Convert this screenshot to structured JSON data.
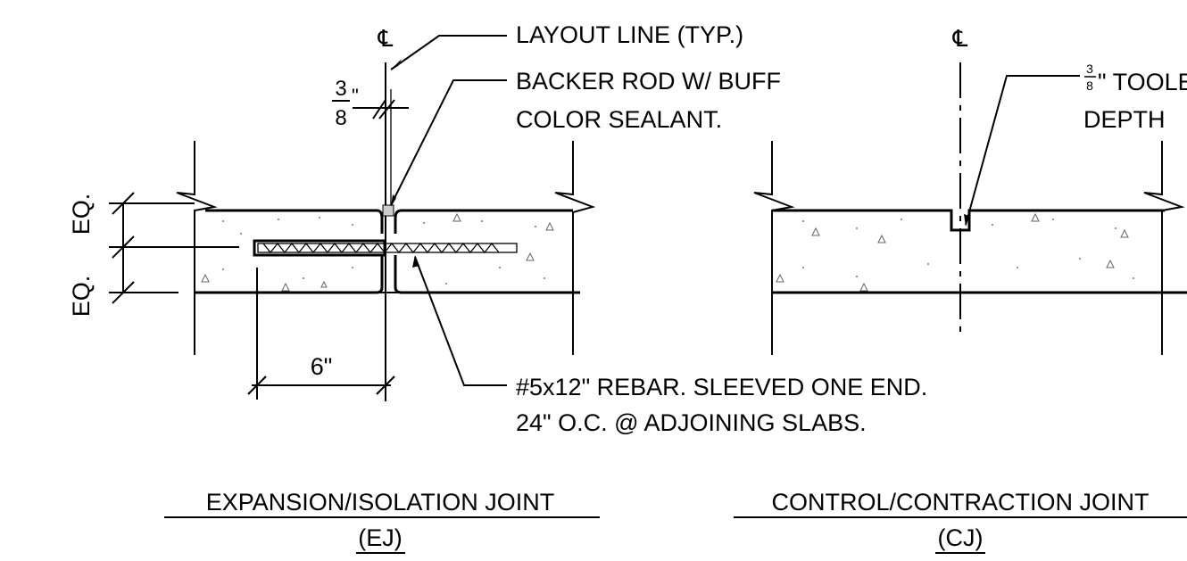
{
  "labels": {
    "layout_line": "LAYOUT LINE (TYP.)",
    "backer_rod_1": "BACKER ROD W/ BUFF",
    "backer_rod_2": "COLOR SEALANT.",
    "rebar_1": "#5x12\" REBAR.  SLEEVED ONE END.",
    "rebar_2": "24\" O.C. @ ADJOINING SLABS.",
    "tooled_1": "\" TOOLED",
    "tooled_2": "DEPTH",
    "eq_upper": "EQ.",
    "eq_lower": "EQ.",
    "dim_6": "6\"",
    "frac_num": "3",
    "frac_den": "8",
    "inch_mark": "\"",
    "small_frac_num": "3",
    "small_frac_den": "8",
    "centerline_symbol": "℄"
  },
  "titles": {
    "ej_title": "EXPANSION/ISOLATION JOINT",
    "ej_code": "(EJ)",
    "cj_title": "CONTROL/CONTRACTION JOINT",
    "cj_code": "(CJ)"
  }
}
